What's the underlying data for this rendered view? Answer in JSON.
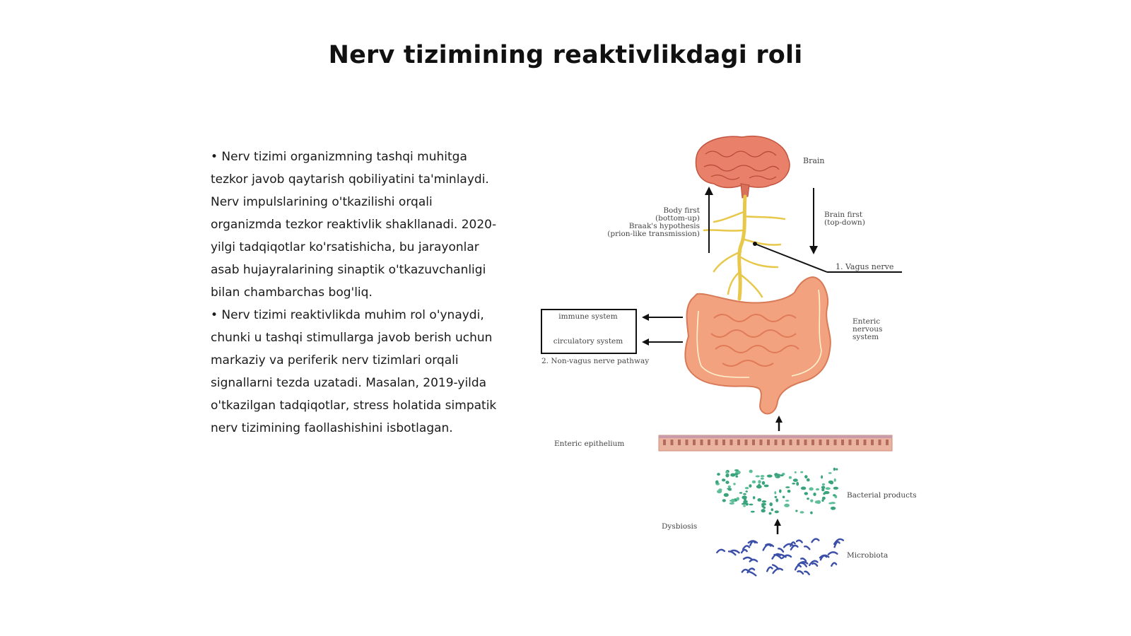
{
  "slide": {
    "title": "Nerv tizimining reaktivlikdagi roli",
    "paragraphs": [
      "• Nerv tizimi organizmning tashqi muhitga tezkor javob qaytarish qobiliyatini ta'minlaydi. Nerv impulslarining o'tkazilishi orqali organizmda tezkor reaktivlik shakllanadi. 2020-yilgi tadqiqotlar ko'rsatishicha, bu jarayonlar asab hujayralarining sinaptik o'tkazuvchanligi bilan chambarchas bog'liq.",
      "• Nerv tizimi reaktivlikda muhim rol o'ynaydi, chunki u tashqi stimullarga javob berish uchun markaziy va periferik nerv tizimlari orqali signallarni tezda uzatadi. Masalan, 2019-yilda o'tkazilgan tadqiqotlar, stress holatida simpatik nerv tizimining faollashishini isbotlagan."
    ]
  },
  "figure": {
    "labels": {
      "brain": "Brain",
      "body_first_1": "Body first",
      "body_first_2": "(bottom-up)",
      "body_first_3": "Braak's hypothesis",
      "body_first_4": "(prion-like transmission)",
      "brain_first_1": "Brain first",
      "brain_first_2": "(top-down)",
      "vagus": "1. Vagus nerve",
      "immune": "immune system",
      "circulatory": "circulatory system",
      "non_vagus": "2.  Non-vagus nerve pathway",
      "enteric_ns_1": "Enteric",
      "enteric_ns_2": "nervous",
      "enteric_ns_3": "system",
      "epithelium": "Enteric epithelium",
      "bacterial": "Bacterial products",
      "dysbiosis": "Dysbiosis",
      "microbiota": "Microbiota"
    },
    "colors": {
      "brain": "#e9806a",
      "intestine": "#f2a27e",
      "nerve": "#e8c84a",
      "epithelium": "#e9b3a0",
      "bacteria": "#3aa37c",
      "microbiota": "#3b4ea8",
      "line": "#111111"
    }
  }
}
